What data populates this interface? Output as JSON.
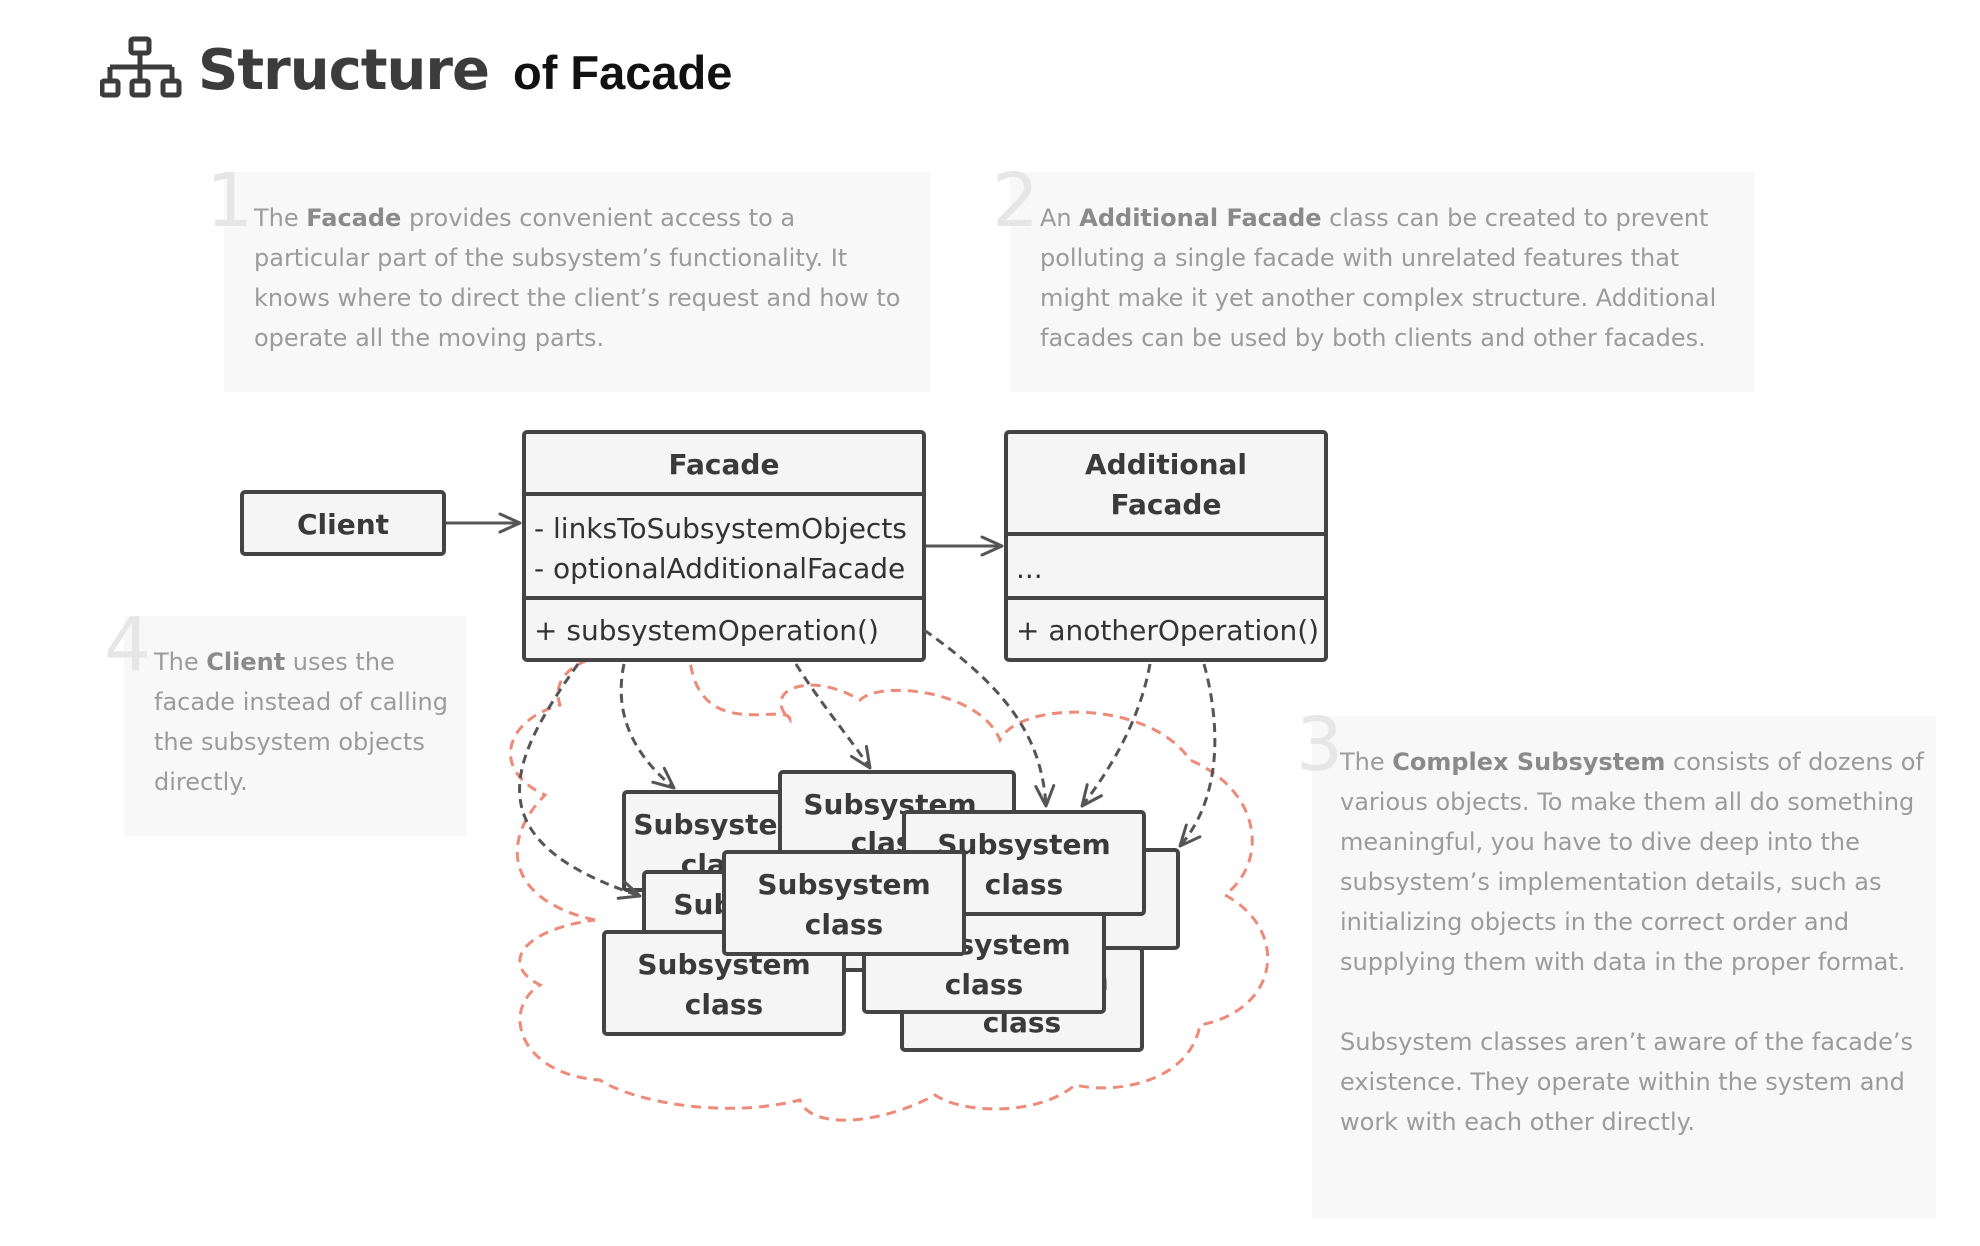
{
  "header": {
    "icon": "structure-hierarchy-icon",
    "title": "Structure",
    "subtitle": "of Facade"
  },
  "notes": [
    {
      "number": "1",
      "pre": "The ",
      "bold": "Facade",
      "post": " provides convenient access to a particular part of the subsystem’s functionality. It knows where to direct the client’s request and how to operate all the moving parts."
    },
    {
      "number": "2",
      "pre": "An ",
      "bold": "Additional Facade",
      "post": " class can be created to prevent polluting a single facade with unrelated features that might make it yet another complex structure. Additional facades can be used by both clients and other facades."
    },
    {
      "number": "3",
      "pre": "The ",
      "bold": "Complex Subsystem",
      "post": " consists of dozens of various objects. To make them all do something meaningful, you have to dive deep into the subsystem’s implementation details, such as initializing objects in the correct order and supplying them with data in the proper format.",
      "extra": "Subsystem classes aren’t aware of the facade’s existence. They operate within the system and work with each other directly."
    },
    {
      "number": "4",
      "pre": "The ",
      "bold": "Client",
      "post": " uses the facade instead of calling the subsystem objects directly."
    }
  ],
  "diagram": {
    "client": "Client",
    "facade": {
      "name": "Facade",
      "field1": "- linksToSubsystemObjects",
      "field2": "- optionalAdditionalFacade",
      "method": "+ subsystemOperation()"
    },
    "additional_facade": {
      "name_line1": "Additional",
      "name_line2": "Facade",
      "field": "...",
      "method": "+ anotherOperation()"
    },
    "subsystem_class": {
      "line1": "Subsystem",
      "line2": "class"
    },
    "colors": {
      "box_fill": "#f5f5f5",
      "stroke": "#444444",
      "arrow": "#555555",
      "cloud": "#ee8a78"
    }
  }
}
